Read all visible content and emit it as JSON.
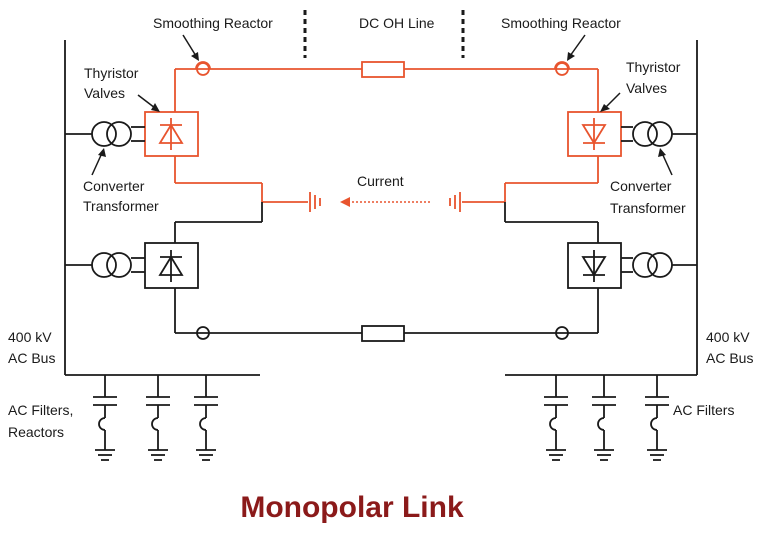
{
  "title": "Monopolar Link",
  "labels": {
    "smoothing_reactor_left": "Smoothing Reactor",
    "smoothing_reactor_right": "Smoothing Reactor",
    "dc_oh_line": "DC OH Line",
    "thyristor_left": "Thyristor",
    "valves_left": "Valves",
    "thyristor_right": "Thyristor",
    "valves_right": "Valves",
    "converter_left": "Converter",
    "transformer_left": "Transformer",
    "converter_right": "Converter",
    "transformer_right": "Transformer",
    "current": "Current",
    "bus_kv_left": "400 kV",
    "bus_left": "AC Bus",
    "bus_kv_right": "400 kV",
    "bus_right": "AC Bus",
    "ac_filters_left": "AC Filters,",
    "reactors_left": "Reactors",
    "ac_filters_right": "AC Filters"
  },
  "colors": {
    "energized_path": "#e8542e",
    "circuit": "#1a1a1a",
    "title": "#8b1a1a"
  }
}
